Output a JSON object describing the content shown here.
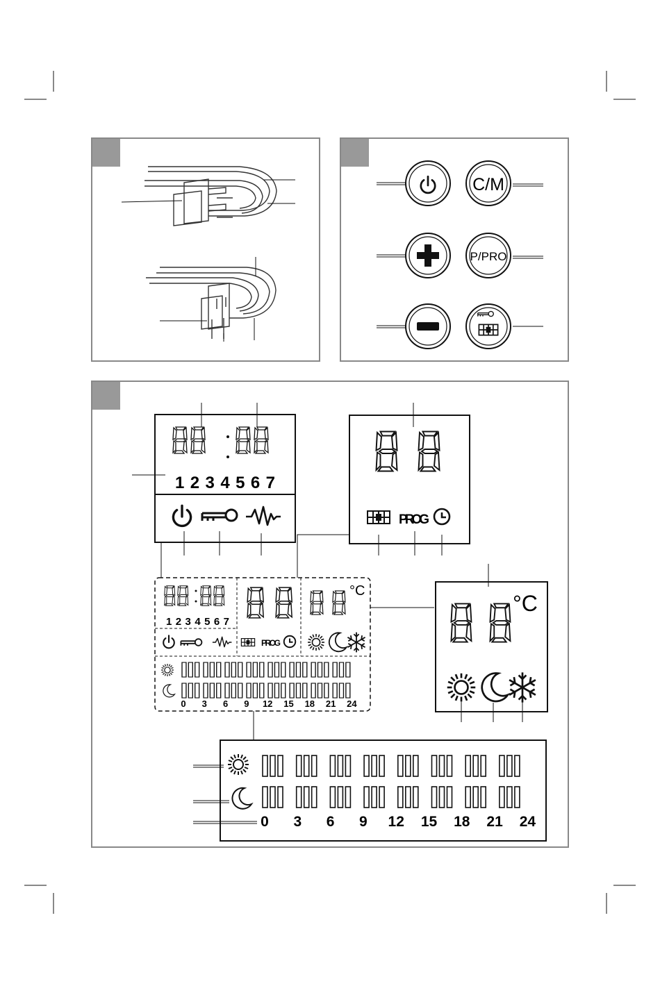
{
  "buttons": {
    "cm": "C/M",
    "ppro": "P/PRO"
  },
  "lcd": {
    "weekdays": "1234567",
    "prog": "PROG",
    "celsius": "°C",
    "hours": [
      "0",
      "3",
      "6",
      "9",
      "12",
      "15",
      "18",
      "21",
      "24"
    ]
  },
  "icons": [
    "power-icon",
    "plus-icon",
    "minus-icon",
    "key-icon",
    "window-icon",
    "heat-wave-icon",
    "clock-icon",
    "sun-icon",
    "moon-icon",
    "snowflake-icon"
  ],
  "colors": {
    "panel_tab": "#999999",
    "frame": "#888888",
    "line": "#111111"
  }
}
